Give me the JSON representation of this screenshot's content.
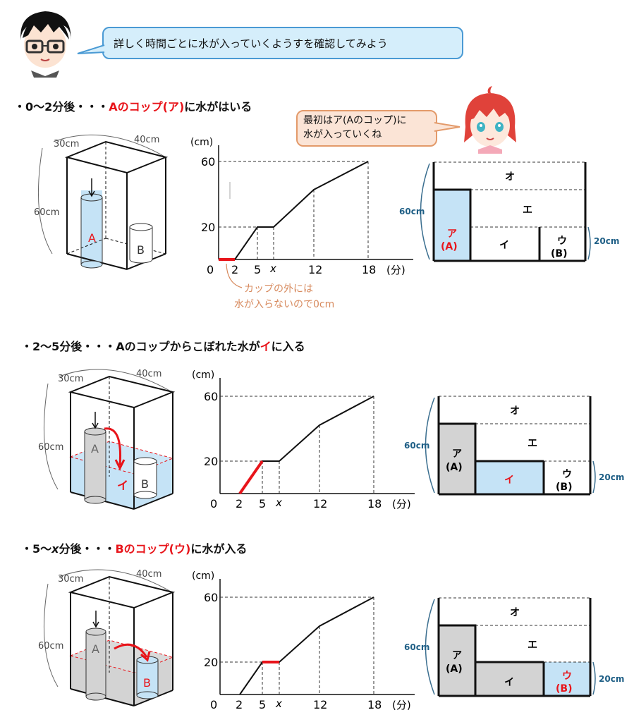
{
  "intro_bubble": "詳しく時間ごとに水が入っていくようすを確認してみよう",
  "girl_bubble_line1": "最初はア(Aのコップ)に",
  "girl_bubble_line2": "水が入っていくね",
  "sections": [
    {
      "prefix": "・0～2分後・・・",
      "highlight": "Aのコップ(ア)",
      "suffix": "に水がはいる"
    },
    {
      "prefix": "・2～5分後・・・Aのコップからこぼれた水が",
      "highlight": "イ",
      "suffix": "に入る"
    },
    {
      "prefix": "・5～",
      "var": "x",
      "middle": "分後・・・",
      "highlight": "Bのコップ(ウ)",
      "suffix": "に水が入る"
    }
  ],
  "box_labels": {
    "width": "30cm",
    "depth": "40cm",
    "height": "60cm",
    "cup_a": "A",
    "cup_b": "B"
  },
  "graph_labels": {
    "unit_y": "(cm)",
    "y60": "60",
    "y20": "20",
    "x0": "0",
    "x2": "2",
    "x5": "5",
    "xx": "x",
    "x12": "12",
    "x18": "18",
    "unit_x": "(分)"
  },
  "diagram_labels": {
    "o": "オ",
    "e": "エ",
    "a": "ア",
    "a_sub": "(A)",
    "i": "イ",
    "u": "ウ",
    "u_sub": "(B)",
    "h60": "60cm",
    "h20": "20cm"
  },
  "graph1_note_line1": "カップの外には",
  "graph1_note_line2": "水が入らないので0cm",
  "chart_data": {
    "type": "line",
    "xlabel": "(分)",
    "ylabel": "(cm)",
    "x": [
      0,
      2,
      5,
      "x",
      12,
      18
    ],
    "y": [
      0,
      0,
      20,
      20,
      40,
      60
    ],
    "xticks": [
      "0",
      "2",
      "5",
      "x",
      "12",
      "18"
    ],
    "yticks": [
      20,
      60
    ],
    "highlight_segments": [
      {
        "section": 1,
        "from": [
          0,
          0
        ],
        "to": [
          2,
          0
        ]
      },
      {
        "section": 2,
        "from": [
          2,
          0
        ],
        "to": [
          5,
          20
        ]
      },
      {
        "section": 3,
        "from": [
          5,
          20
        ],
        "to": [
          "x",
          20
        ]
      }
    ]
  },
  "colors": {
    "accent_red": "#e8141a",
    "water_blue": "#c5e3f6",
    "gray_fill": "#d3d3d3",
    "bubble_blue": "#d5eefb",
    "bubble_orange": "#fbe4d6"
  }
}
